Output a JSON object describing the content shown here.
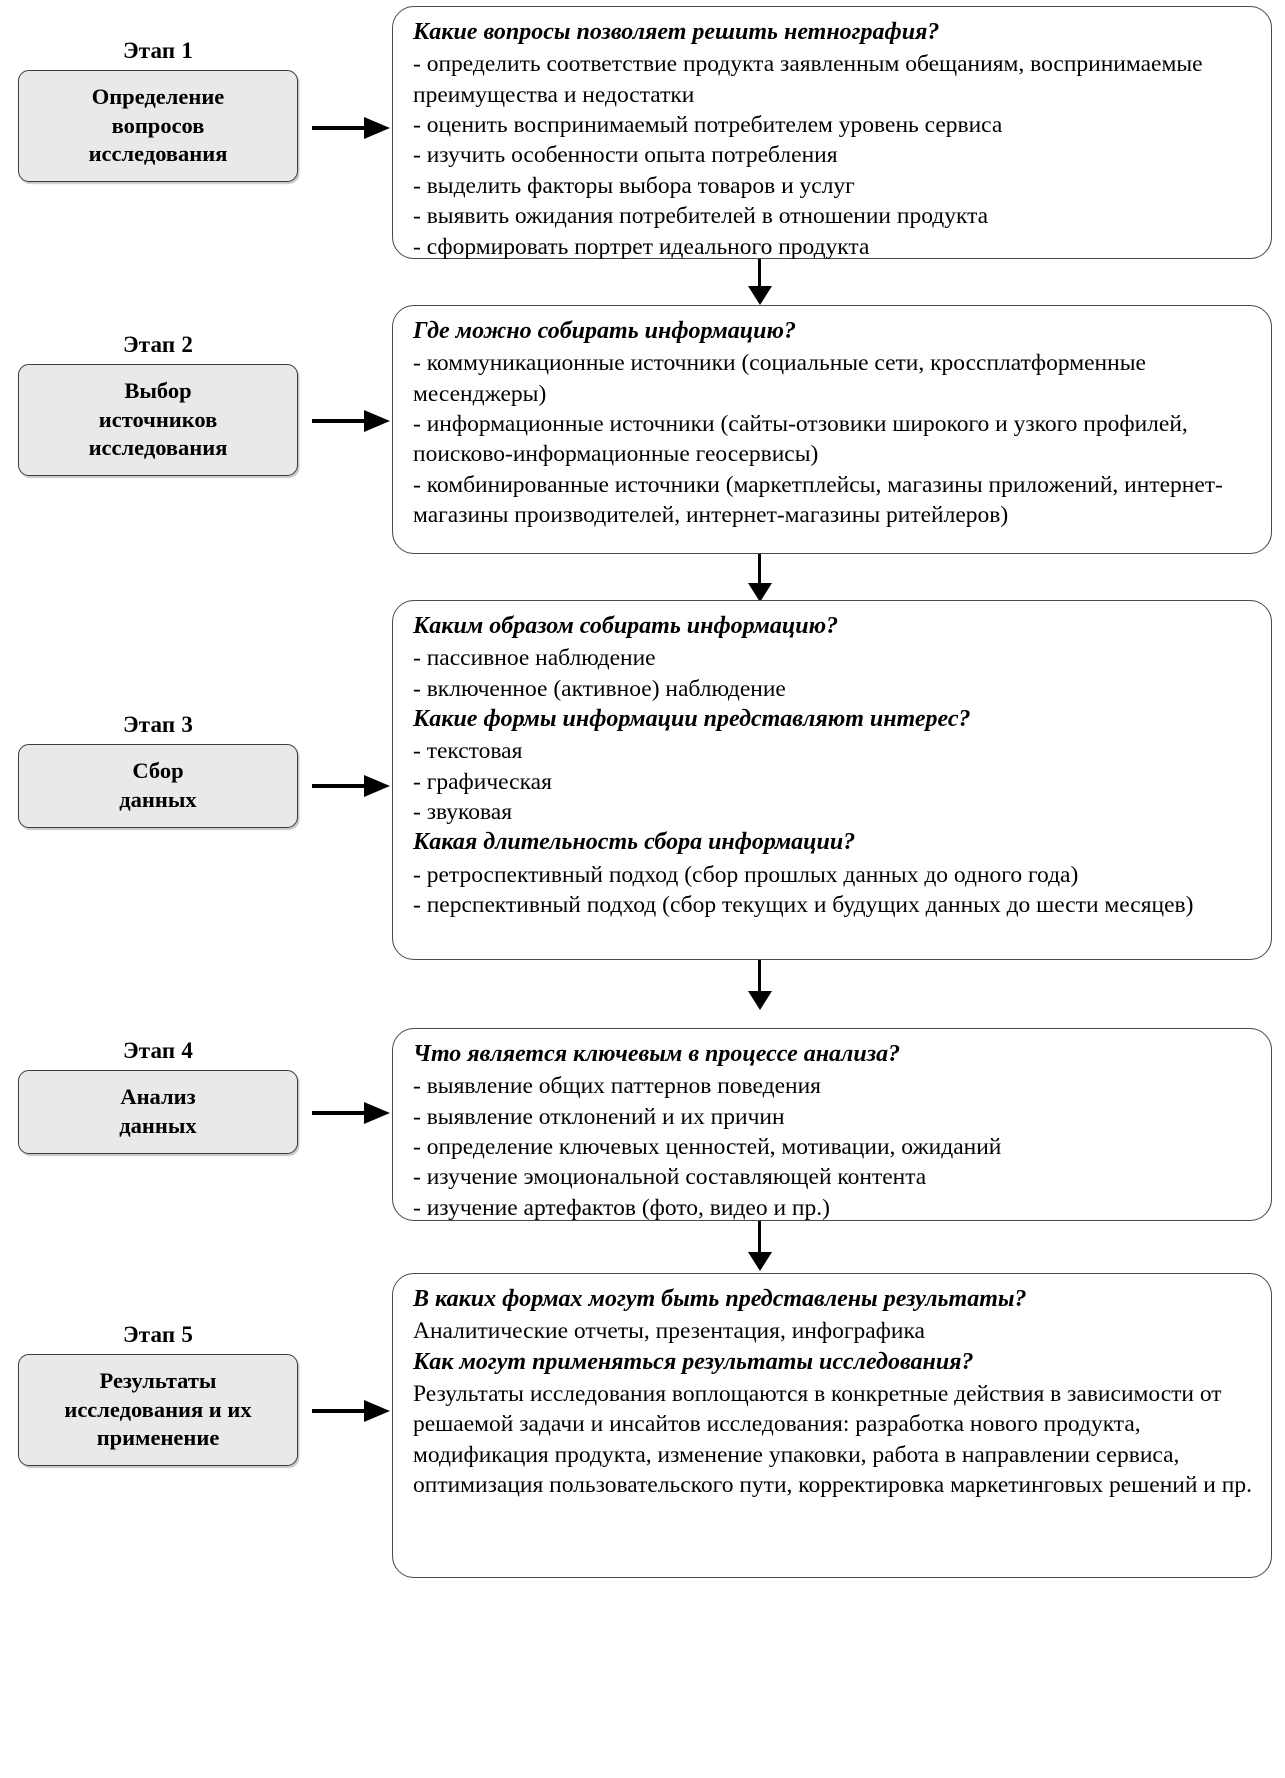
{
  "diagram": {
    "title_present": false,
    "stage_label_prefix": "Этап",
    "stages": [
      {
        "caption": "Этап 1",
        "box_lines": [
          "Определение",
          "вопросов",
          "исследования"
        ],
        "content": [
          {
            "kind": "question",
            "text": "Какие вопросы позволяет решить нетнография?"
          },
          {
            "kind": "item",
            "text": "- определить соответствие продукта заявленным обещаниям, воспринимаемые преимущества и недостатки"
          },
          {
            "kind": "item",
            "text": "- оценить воспринимаемый потребителем уровень сервиса"
          },
          {
            "kind": "item",
            "text": "- изучить особенности опыта потребления"
          },
          {
            "kind": "item",
            "text": "- выделить факторы выбора товаров и услуг"
          },
          {
            "kind": "item",
            "text": "- выявить ожидания потребителей в отношении продукта"
          },
          {
            "kind": "item",
            "text": "- сформировать портрет идеального продукта"
          }
        ]
      },
      {
        "caption": "Этап 2",
        "box_lines": [
          "Выбор",
          "источников",
          "исследования"
        ],
        "content": [
          {
            "kind": "question",
            "text": "Где можно собирать информацию?"
          },
          {
            "kind": "item",
            "text": "- коммуникационные источники (социальные сети, кроссплатформенные месенджеры)"
          },
          {
            "kind": "item",
            "text": "- информационные источники (сайты-отзовики широкого и узкого профилей, поисково-информационные геосервисы)"
          },
          {
            "kind": "item",
            "text": "- комбинированные источники (маркетплейсы, магазины приложений, интернет-магазины производителей, интернет-магазины ритейлеров)"
          }
        ]
      },
      {
        "caption": "Этап 3",
        "box_lines": [
          "Сбор",
          "данных"
        ],
        "content": [
          {
            "kind": "question",
            "text": "Каким образом собирать информацию?"
          },
          {
            "kind": "item",
            "text": "- пассивное наблюдение"
          },
          {
            "kind": "item",
            "text": "- включенное (активное) наблюдение"
          },
          {
            "kind": "question",
            "text": "Какие формы информации представляют интерес?"
          },
          {
            "kind": "item",
            "text": "- текстовая"
          },
          {
            "kind": "item",
            "text": "- графическая"
          },
          {
            "kind": "item",
            "text": "- звуковая"
          },
          {
            "kind": "question",
            "text": "Какая длительность сбора информации?"
          },
          {
            "kind": "item",
            "text": "- ретроспективный подход (сбор прошлых данных до одного года)"
          },
          {
            "kind": "item",
            "text": "- перспективный подход (сбор текущих и будущих данных до шести месяцев)"
          }
        ]
      },
      {
        "caption": "Этап 4",
        "box_lines": [
          "Анализ",
          "данных"
        ],
        "content": [
          {
            "kind": "question",
            "text": "Что является ключевым в процессе анализа?"
          },
          {
            "kind": "item",
            "text": "- выявление общих паттернов поведения"
          },
          {
            "kind": "item",
            "text": "- выявление отклонений и их причин"
          },
          {
            "kind": "item",
            "text": "- определение ключевых ценностей, мотивации, ожиданий"
          },
          {
            "kind": "item",
            "text": "- изучение эмоциональной составляющей контента"
          },
          {
            "kind": "item",
            "text": "- изучение артефактов (фото, видео и пр.)"
          }
        ]
      },
      {
        "caption": "Этап 5",
        "box_lines": [
          "Результаты",
          "исследования и их",
          "применение"
        ],
        "content": [
          {
            "kind": "question",
            "text": "В каких формах могут быть представлены результаты?"
          },
          {
            "kind": "para",
            "text": "Аналитические отчеты, презентация, инфографика"
          },
          {
            "kind": "question",
            "text": "Как могут применяться результаты исследования?"
          },
          {
            "kind": "para",
            "text": "Результаты исследования воплощаются в конкретные действия в зависимости от решаемой задачи и инсайтов исследования: разработка нового продукта, модификация продукта, изменение упаковки, работа в направлении сервиса, оптимизация пользовательского пути, корректировка маркетинговых решений и пр."
          }
        ]
      }
    ],
    "connectors": [
      {
        "from": "Этап 1",
        "to": "Этап 2"
      },
      {
        "from": "Этап 2",
        "to": "Этап 3"
      },
      {
        "from": "Этап 3",
        "to": "Этап 4"
      },
      {
        "from": "Этап 4",
        "to": "Этап 5"
      }
    ],
    "colors": {
      "stage_box_fill": "#e9e9e9",
      "stage_box_border": "#3c3c3c",
      "content_box_fill": "#ffffff",
      "content_box_border": "#4a4a4a",
      "arrow": "#000000",
      "text": "#000000",
      "page_background": "#ffffff"
    }
  }
}
